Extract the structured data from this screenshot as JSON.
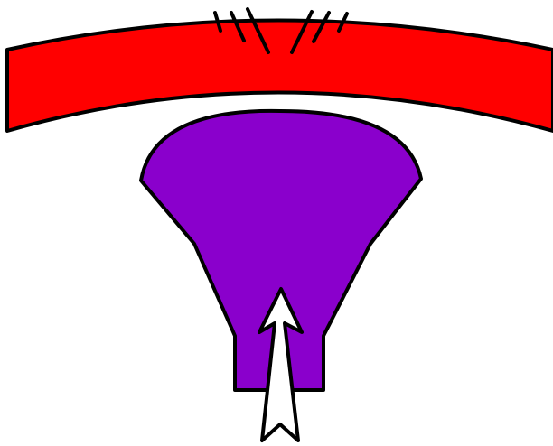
{
  "colors": {
    "background": "#ffffff",
    "beam": "#ff0000",
    "head": "#8a00cc",
    "outline": "#000000",
    "arrow": "#ffffff"
  },
  "parts": {
    "beam": "curved-beam",
    "head": "trapezoid-head",
    "arrow": "upward-arrow",
    "cracks": "crack-lines"
  },
  "crack_count": 6
}
